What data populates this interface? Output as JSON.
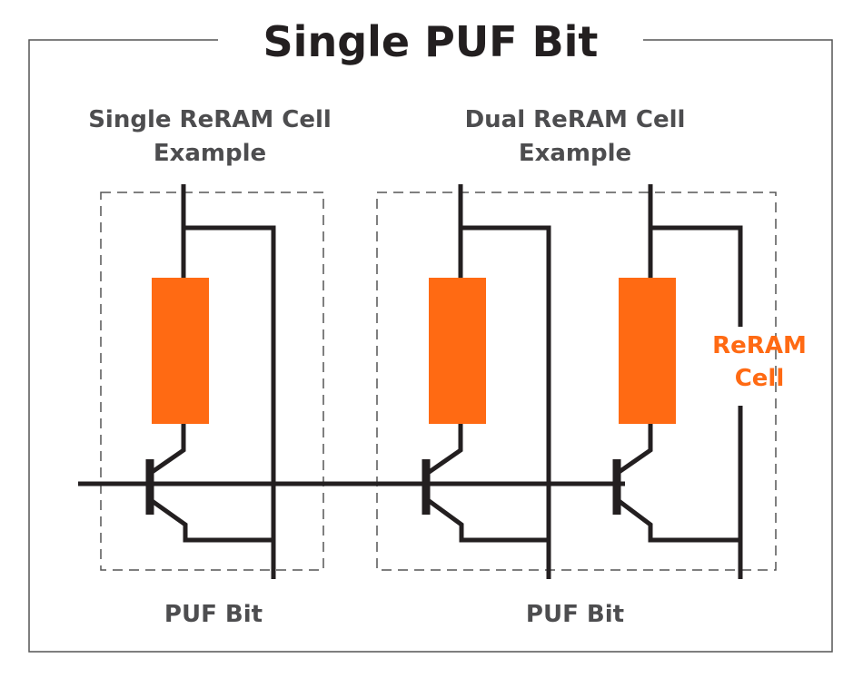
{
  "title": "Single PUF Bit",
  "sections": [
    {
      "heading_line1": "Single ReRAM Cell",
      "heading_line2": "Example",
      "footer": "PUF Bit"
    },
    {
      "heading_line1": "Dual ReRAM Cell",
      "heading_line2": "Example",
      "footer": "PUF Bit"
    }
  ],
  "reram_label_line1": "ReRAM",
  "reram_label_line2": "Cell",
  "colors": {
    "reram": "#ff6a13",
    "wire": "#231f20",
    "text": "#4d4d4f",
    "frame": "#555555"
  }
}
